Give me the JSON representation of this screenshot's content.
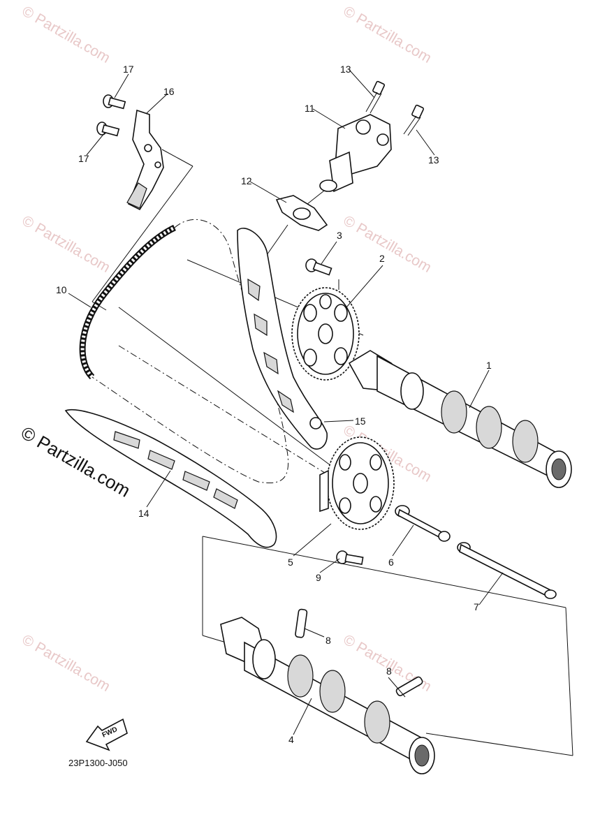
{
  "watermark_text": "© Partzilla.com",
  "diagram_code": "23P1300-J050",
  "fwd_label": "FWD",
  "callouts": [
    {
      "id": "c1",
      "label": "1"
    },
    {
      "id": "c2",
      "label": "2"
    },
    {
      "id": "c3",
      "label": "3"
    },
    {
      "id": "c4",
      "label": "4"
    },
    {
      "id": "c5",
      "label": "5"
    },
    {
      "id": "c6",
      "label": "6"
    },
    {
      "id": "c7",
      "label": "7"
    },
    {
      "id": "c8a",
      "label": "8"
    },
    {
      "id": "c8b",
      "label": "8"
    },
    {
      "id": "c9",
      "label": "9"
    },
    {
      "id": "c10",
      "label": "10"
    },
    {
      "id": "c11",
      "label": "11"
    },
    {
      "id": "c12",
      "label": "12"
    },
    {
      "id": "c13a",
      "label": "13"
    },
    {
      "id": "c13b",
      "label": "13"
    },
    {
      "id": "c14",
      "label": "14"
    },
    {
      "id": "c15",
      "label": "15"
    },
    {
      "id": "c16",
      "label": "16"
    },
    {
      "id": "c17a",
      "label": "17"
    },
    {
      "id": "c17b",
      "label": "17"
    }
  ]
}
